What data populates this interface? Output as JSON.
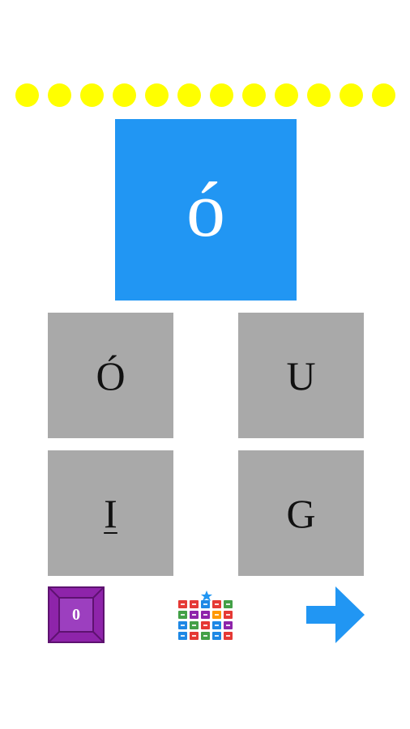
{
  "progress": {
    "dot_count": 12,
    "dot_color": "#ffff00"
  },
  "target": {
    "letter": "ó",
    "color": "#2196f3"
  },
  "choices": [
    {
      "letter": "Ó"
    },
    {
      "letter": "U"
    },
    {
      "letter": "I"
    },
    {
      "letter": "G"
    }
  ],
  "footer": {
    "score": "0",
    "score_color": "#8e24aa",
    "levels_icon": "level-grid-icon",
    "next_icon": "arrow-right-icon",
    "next_color": "#2196f3"
  }
}
